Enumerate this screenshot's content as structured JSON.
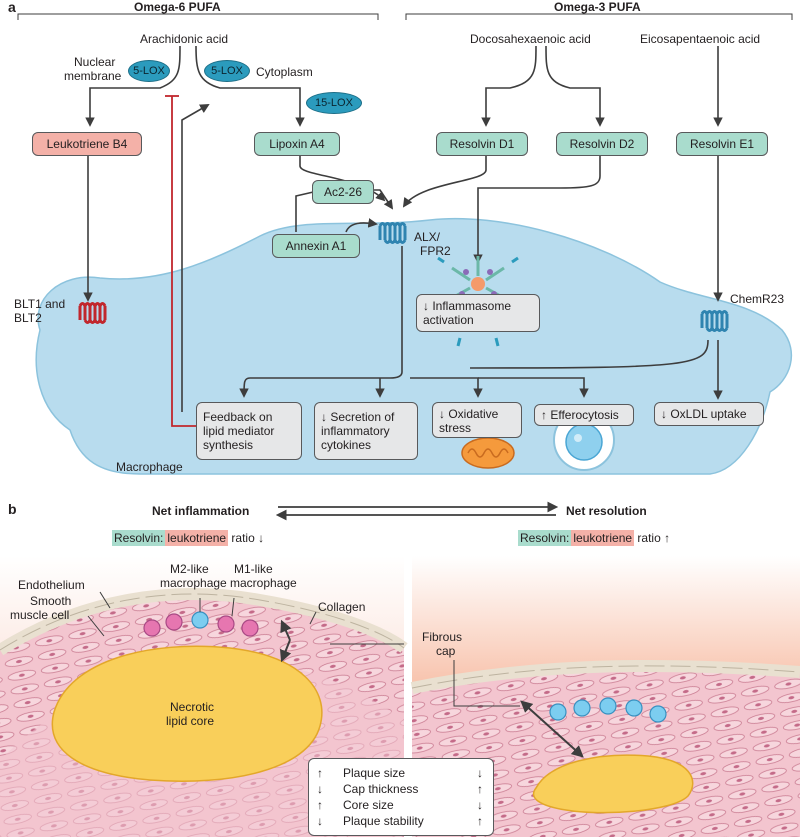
{
  "panel_a": {
    "label": "a",
    "omega6_title": "Omega-6 PUFA",
    "omega3_title": "Omega-3 PUFA",
    "arachidonic_acid": "Arachidonic acid",
    "docosahexaenoic_acid": "Docosahexaenoic acid",
    "eicosapentaenoic_acid": "Eicosapentaenoic acid",
    "nuclear_membrane": [
      "Nuclear",
      "membrane"
    ],
    "cytoplasm": "Cytoplasm",
    "enzymes": {
      "lox5_nuclear": "5-LOX",
      "lox5_cyto": "5-LOX",
      "lox15": "15-LOX"
    },
    "mediators": {
      "leukotriene_b4": "Leukotriene B4",
      "lipoxin_a4": "Lipoxin A4",
      "resolvin_d1": "Resolvin D1",
      "resolvin_d2": "Resolvin D2",
      "resolvin_e1": "Resolvin E1",
      "ac2_26": "Ac2-26",
      "annexin_a1": "Annexin A1"
    },
    "receptors": {
      "alx_fpr2": [
        "ALX/",
        "FPR2"
      ],
      "blt": [
        "BLT1 and",
        "BLT2"
      ],
      "chemr23": "ChemR23"
    },
    "inflammasome": [
      "↓ Inflammasome",
      "activation"
    ],
    "outcomes": {
      "feedback": [
        "Feedback on",
        "lipid mediator",
        "synthesis"
      ],
      "cytokines": [
        "↓ Secretion of",
        "inflammatory",
        "cytokines"
      ],
      "oxidative": [
        "↓ Oxidative",
        "stress"
      ],
      "efferocytosis": "↑ Efferocytosis",
      "oxldl": "↓ OxLDL uptake"
    },
    "cell_label": "Macrophage"
  },
  "panel_b": {
    "label": "b",
    "net_inflammation": "Net inflammation",
    "net_resolution": "Net resolution",
    "ratio_left": {
      "resolvin": "Resolvin:",
      "leukotriene": "leukotriene",
      "suffix": " ratio ↓"
    },
    "ratio_right": {
      "resolvin": "Resolvin:",
      "leukotriene": "leukotriene",
      "suffix": " ratio ↑"
    },
    "labels": {
      "endothelium": "Endothelium",
      "smooth_muscle": [
        "Smooth",
        "muscle cell"
      ],
      "m2": [
        "M2-like",
        "macrophage"
      ],
      "m1": [
        "M1-like",
        "macrophage"
      ],
      "collagen": "Collagen",
      "fibrous_cap": [
        "Fibrous",
        "cap"
      ],
      "necrotic_core": [
        "Necrotic",
        "lipid core"
      ]
    },
    "effects": [
      {
        "left": "↑",
        "label": "Plaque size",
        "right": "↓"
      },
      {
        "left": "↓",
        "label": "Cap thickness",
        "right": "↑"
      },
      {
        "left": "↑",
        "label": "Core size",
        "right": "↓"
      },
      {
        "left": "↓",
        "label": "Plaque stability",
        "right": "↑"
      }
    ]
  },
  "colors": {
    "cell": "#b8dcee",
    "mediator_green": "#a9dccd",
    "mediator_pink": "#f4b1a8",
    "enzyme": "#2b9bbd",
    "inhibition": "#c1272d",
    "arrow": "#3d3d3d",
    "core": "#f9cf5a",
    "intima": "#f3c5cf"
  }
}
